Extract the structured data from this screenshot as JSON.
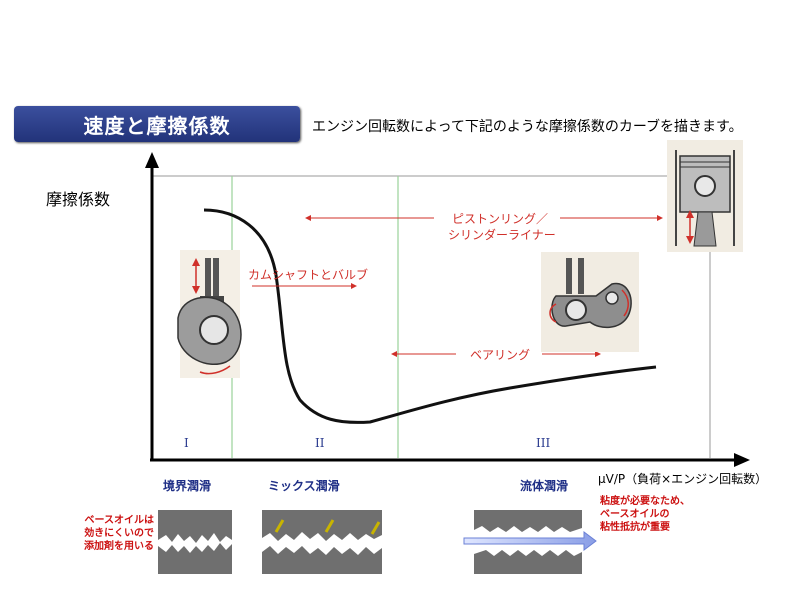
{
  "header": {
    "title": "速度と摩擦係数",
    "subtitle": "エンジン回転数によって下記のような摩擦係数のカーブを描きます。"
  },
  "axes": {
    "ylabel": "摩擦係数",
    "xlabel": "μV/P（負荷×エンジン回転数）"
  },
  "regions": [
    {
      "numeral": "I",
      "name": "境界潤滑"
    },
    {
      "numeral": "II",
      "name": "ミックス潤滑"
    },
    {
      "numeral": "III",
      "name": "流体潤滑"
    }
  ],
  "annotations": {
    "piston": [
      "ピストンリング／",
      "シリンダーライナー"
    ],
    "cam": "カムシャフトとバルブ",
    "bearing": "ベアリング"
  },
  "notes": {
    "left": [
      "ベースオイルは",
      "効きにくいので",
      "添加剤を用いる"
    ],
    "right": [
      "粘度が必要なため、",
      "ベースオイルの",
      "粘性抵抗が重要"
    ]
  },
  "colors": {
    "title_bg": "#2b3d8a",
    "annotation": "#d0302a",
    "note": "#cc1111",
    "region_label": "#1f2f86",
    "divider": "#8fcf8f"
  }
}
